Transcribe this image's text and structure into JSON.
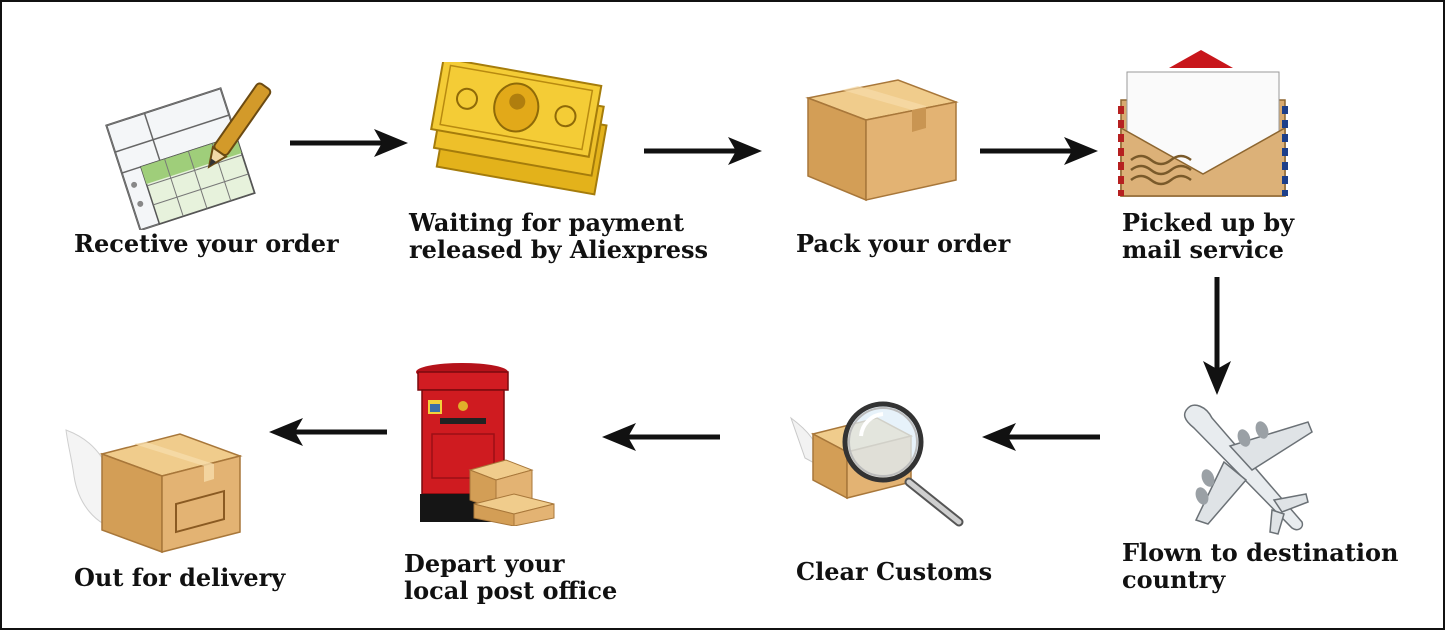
{
  "steps": [
    {
      "id": "receive",
      "line1": "Recetive your order",
      "line2": "",
      "icon": "order-form-icon"
    },
    {
      "id": "payment",
      "line1": "Waiting for payment",
      "line2": "released by Aliexpress",
      "icon": "money-icon"
    },
    {
      "id": "pack",
      "line1": "Pack your order",
      "line2": "",
      "icon": "box-icon"
    },
    {
      "id": "pickup",
      "line1": "Picked up by",
      "line2": "mail service",
      "icon": "envelope-icon"
    },
    {
      "id": "flown",
      "line1": "Flown to destination",
      "line2": "country",
      "icon": "airplane-icon"
    },
    {
      "id": "customs",
      "line1": "Clear Customs",
      "line2": "",
      "icon": "magnifier-icon"
    },
    {
      "id": "depart",
      "line1": "Depart your",
      "line2": "local post office",
      "icon": "postbox-icon"
    },
    {
      "id": "delivery",
      "line1": "Out for delivery",
      "line2": "",
      "icon": "winged-box-icon"
    }
  ],
  "colors": {
    "arrow": "#111111",
    "cardboard": "#d9a864",
    "gold": "#e8b81a",
    "postbox_red": "#c8161b"
  }
}
